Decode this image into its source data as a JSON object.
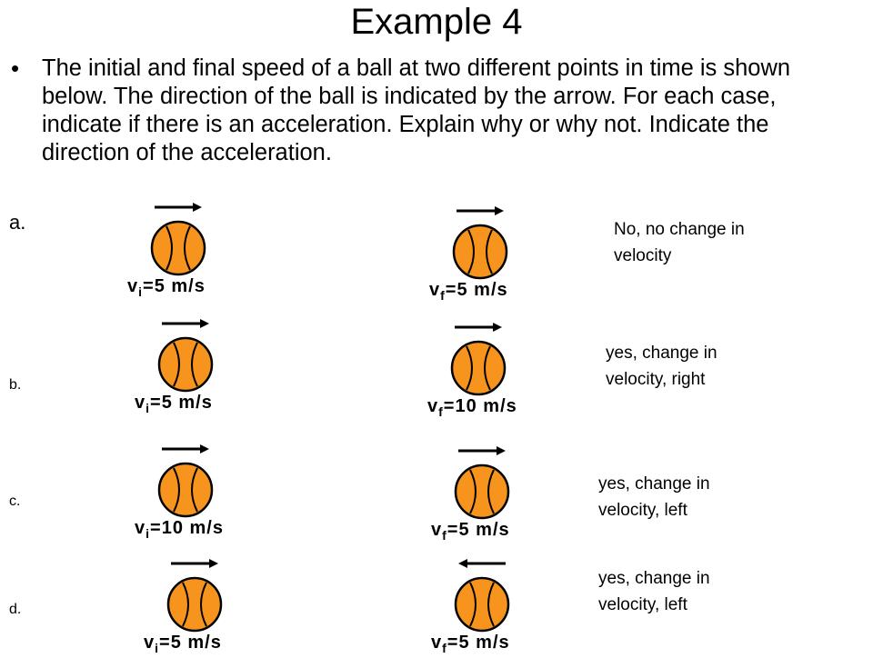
{
  "title": "Example 4",
  "bullet_text": "The initial and final speed of a ball at two different points in time is shown below. The direction of the ball is indicated by the arrow. For each case, indicate if there is an acceleration. Explain why or why not. Indicate the direction of the acceleration.",
  "colors": {
    "ball": "#F7941D",
    "outline": "#000000"
  },
  "cases": [
    {
      "label": "a.",
      "initial": {
        "v": "v",
        "sub": "i",
        "value": "=5 m/s",
        "direction": "right"
      },
      "final": {
        "v": "v",
        "sub": "f",
        "value": "=5 m/s",
        "direction": "right"
      },
      "answer_line1": "No, no change in",
      "answer_line2": "velocity"
    },
    {
      "label": "b.",
      "initial": {
        "v": "v",
        "sub": "i",
        "value": "=5 m/s",
        "direction": "right"
      },
      "final": {
        "v": "v",
        "sub": "f",
        "value": "=10 m/s",
        "direction": "right"
      },
      "answer_line1": "yes, change in",
      "answer_line2": "velocity, right"
    },
    {
      "label": "c.",
      "initial": {
        "v": "v",
        "sub": "i",
        "value": "=10 m/s",
        "direction": "right"
      },
      "final": {
        "v": "v",
        "sub": "f",
        "value": "=5 m/s",
        "direction": "right"
      },
      "answer_line1": "yes, change in",
      "answer_line2": "velocity, left"
    },
    {
      "label": "d.",
      "initial": {
        "v": "v",
        "sub": "i",
        "value": "=5 m/s",
        "direction": "right"
      },
      "final": {
        "v": "v",
        "sub": "f",
        "value": "=5 m/s",
        "direction": "left"
      },
      "answer_line1": "yes, change in",
      "answer_line2": "velocity, left"
    }
  ]
}
